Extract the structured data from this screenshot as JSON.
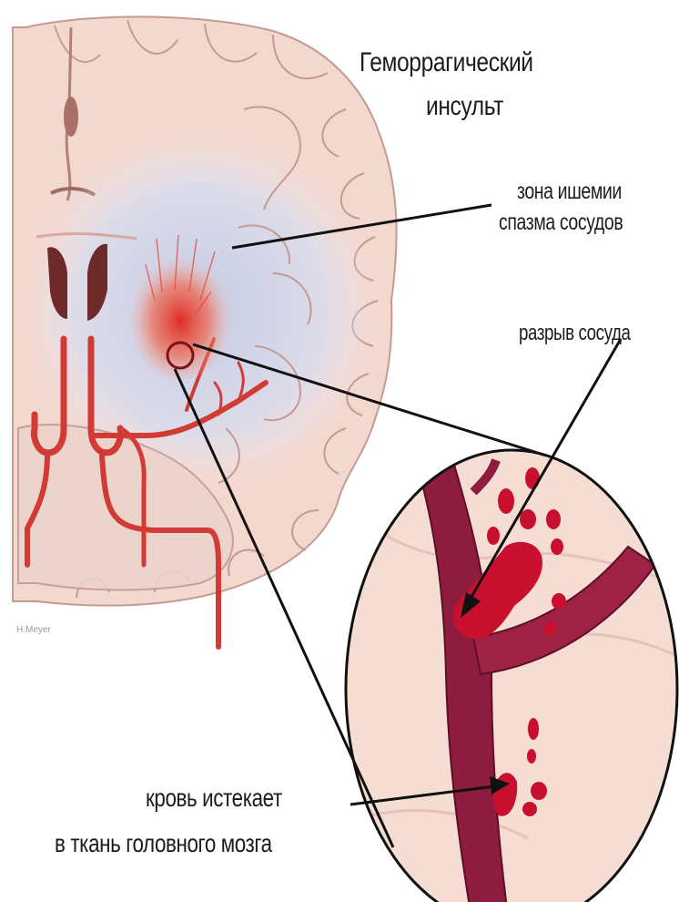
{
  "title": {
    "line1": "Геморрагический",
    "line2": "инсульт"
  },
  "labels": {
    "ischemia_line1": "зона ишемии",
    "ischemia_line2": "спазма сосудов",
    "rupture": "разрыв сосуда",
    "blood_line1": "кровь истекает",
    "blood_line2": "в ткань головного мозга"
  },
  "signature": "H.Meyer",
  "colors": {
    "brain": "#f3d6cf",
    "brain_outline": "#c49a93",
    "ischemia": "#cfd6ec",
    "vessel": "#d23a35",
    "inset_vessel": "#8e1c3e",
    "inset_bg": "#f5ddd3",
    "blood": "#c8102e",
    "leader": "#111111"
  }
}
